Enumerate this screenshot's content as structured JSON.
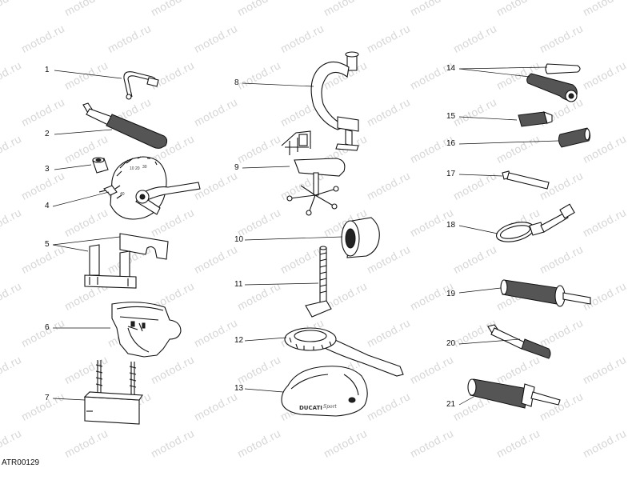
{
  "watermark": "motod.ru",
  "reference_code": "ATR00129",
  "callouts": [
    "1",
    "2",
    "3",
    "4",
    "5",
    "6",
    "7",
    "8",
    "9",
    "10",
    "11",
    "12",
    "13",
    "14",
    "15",
    "16",
    "17",
    "18",
    "19",
    "20",
    "21"
  ],
  "tool_13_marking": {
    "brand": "DUCATI",
    "script": "Sport"
  }
}
